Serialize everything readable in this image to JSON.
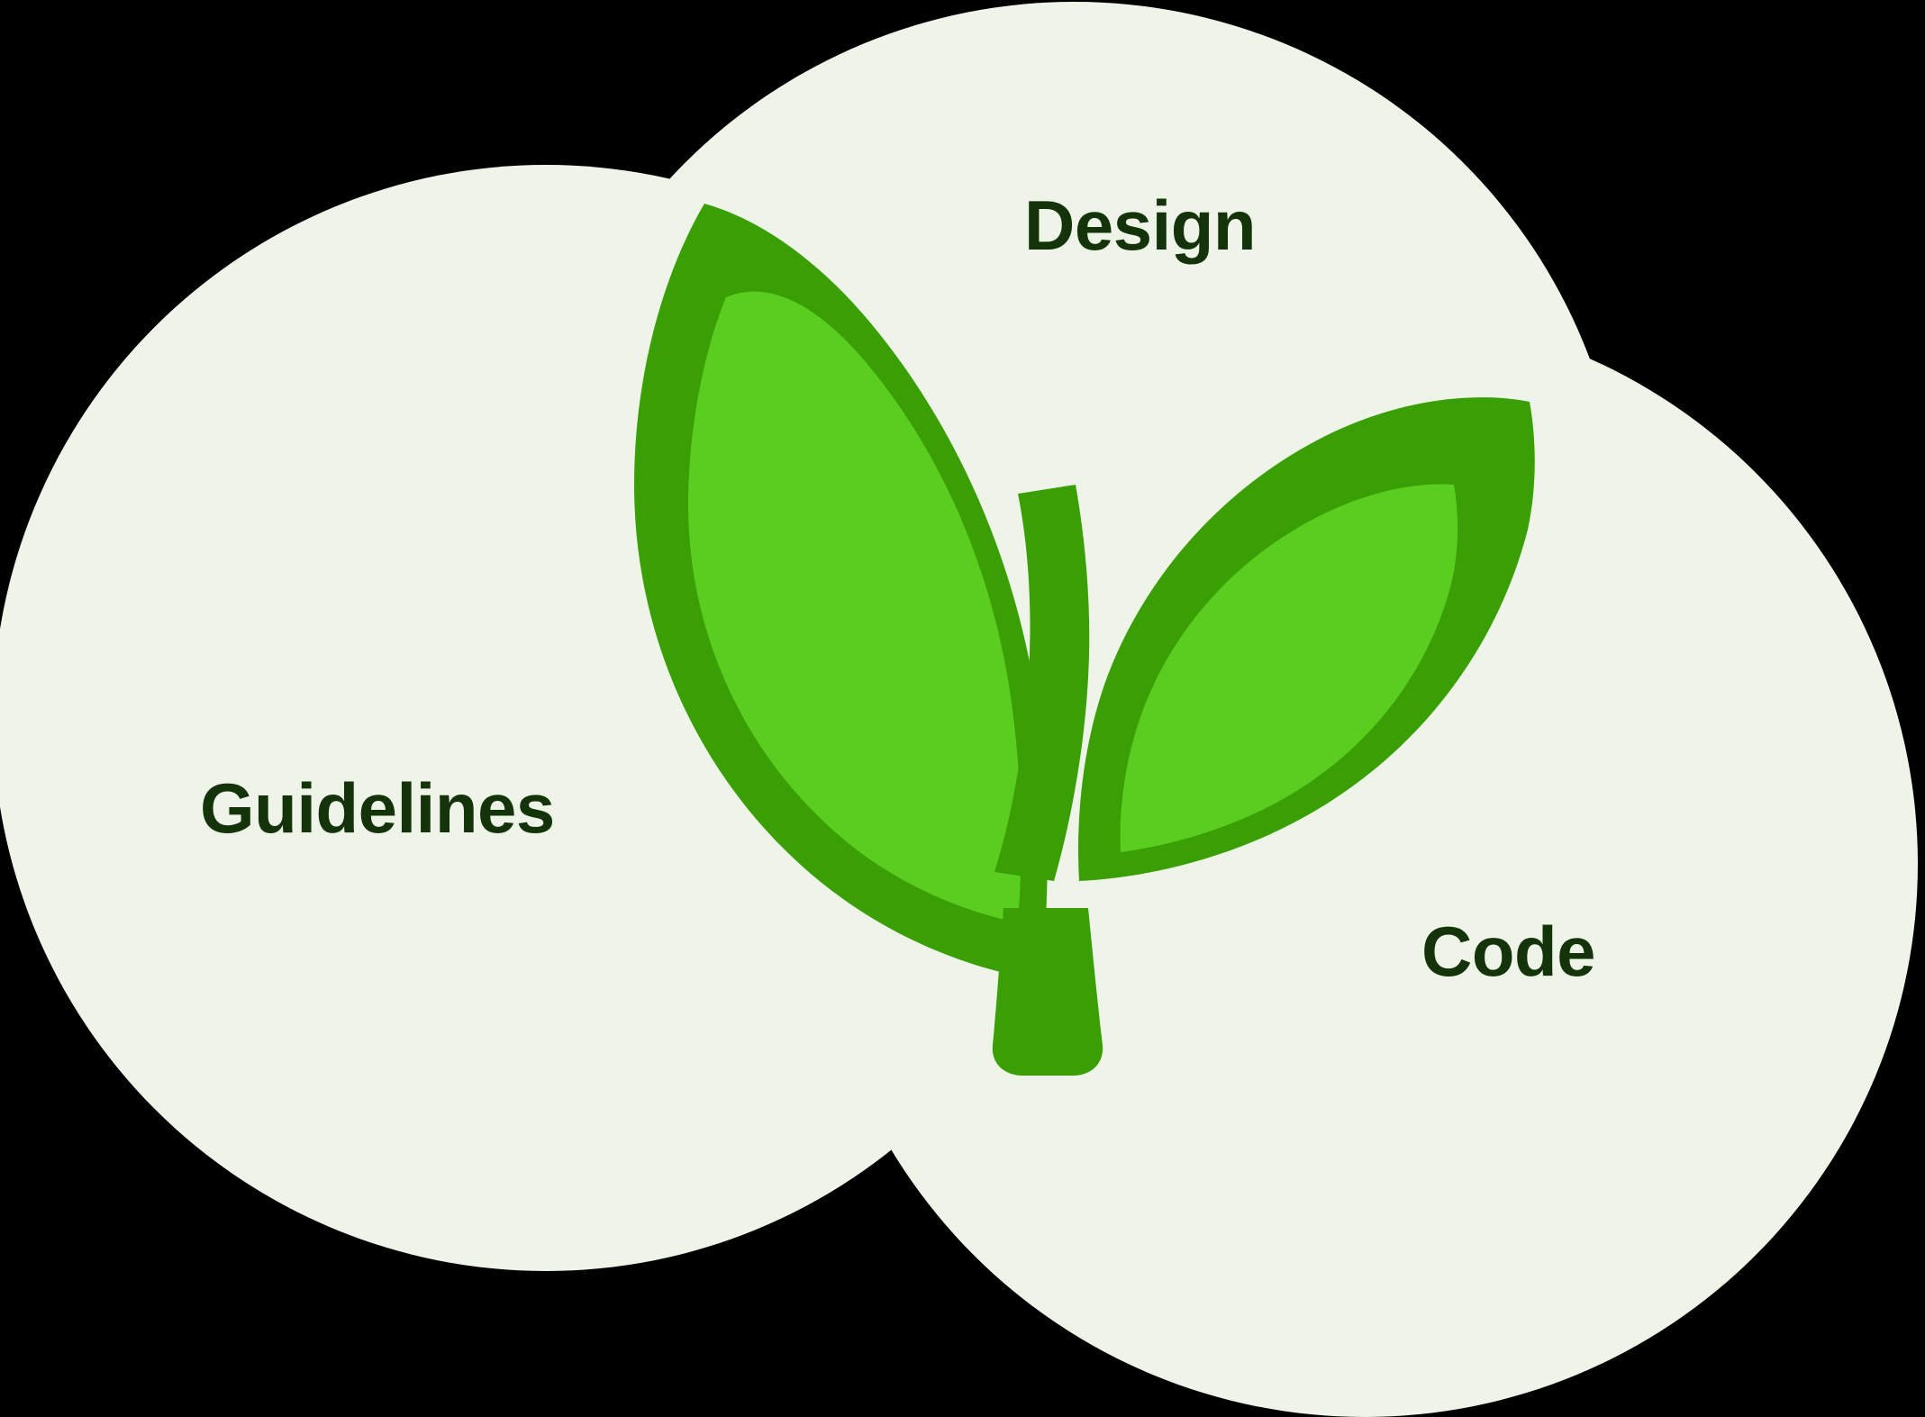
{
  "diagram": {
    "type": "venn-diagram",
    "title": "",
    "background_color": "#000000",
    "circle_fill_color": "#EEF5E8",
    "label_text_color": "#15330A",
    "circles": [
      {
        "id": "guidelines",
        "label": "Guidelines",
        "position": "left",
        "fill": "#EEF5E8"
      },
      {
        "id": "design",
        "label": "Design",
        "position": "top-center",
        "fill": "#EEF5E8"
      },
      {
        "id": "code",
        "label": "Code",
        "position": "right",
        "fill": "#EEF5E8"
      }
    ],
    "center_icon": {
      "name": "sprout-icon",
      "description": "two-leaf sprout with stem",
      "outline_color": "#3A9F05",
      "leaf_fill_color": "#5ACE1F",
      "stem_color": "#3A9F05"
    }
  }
}
